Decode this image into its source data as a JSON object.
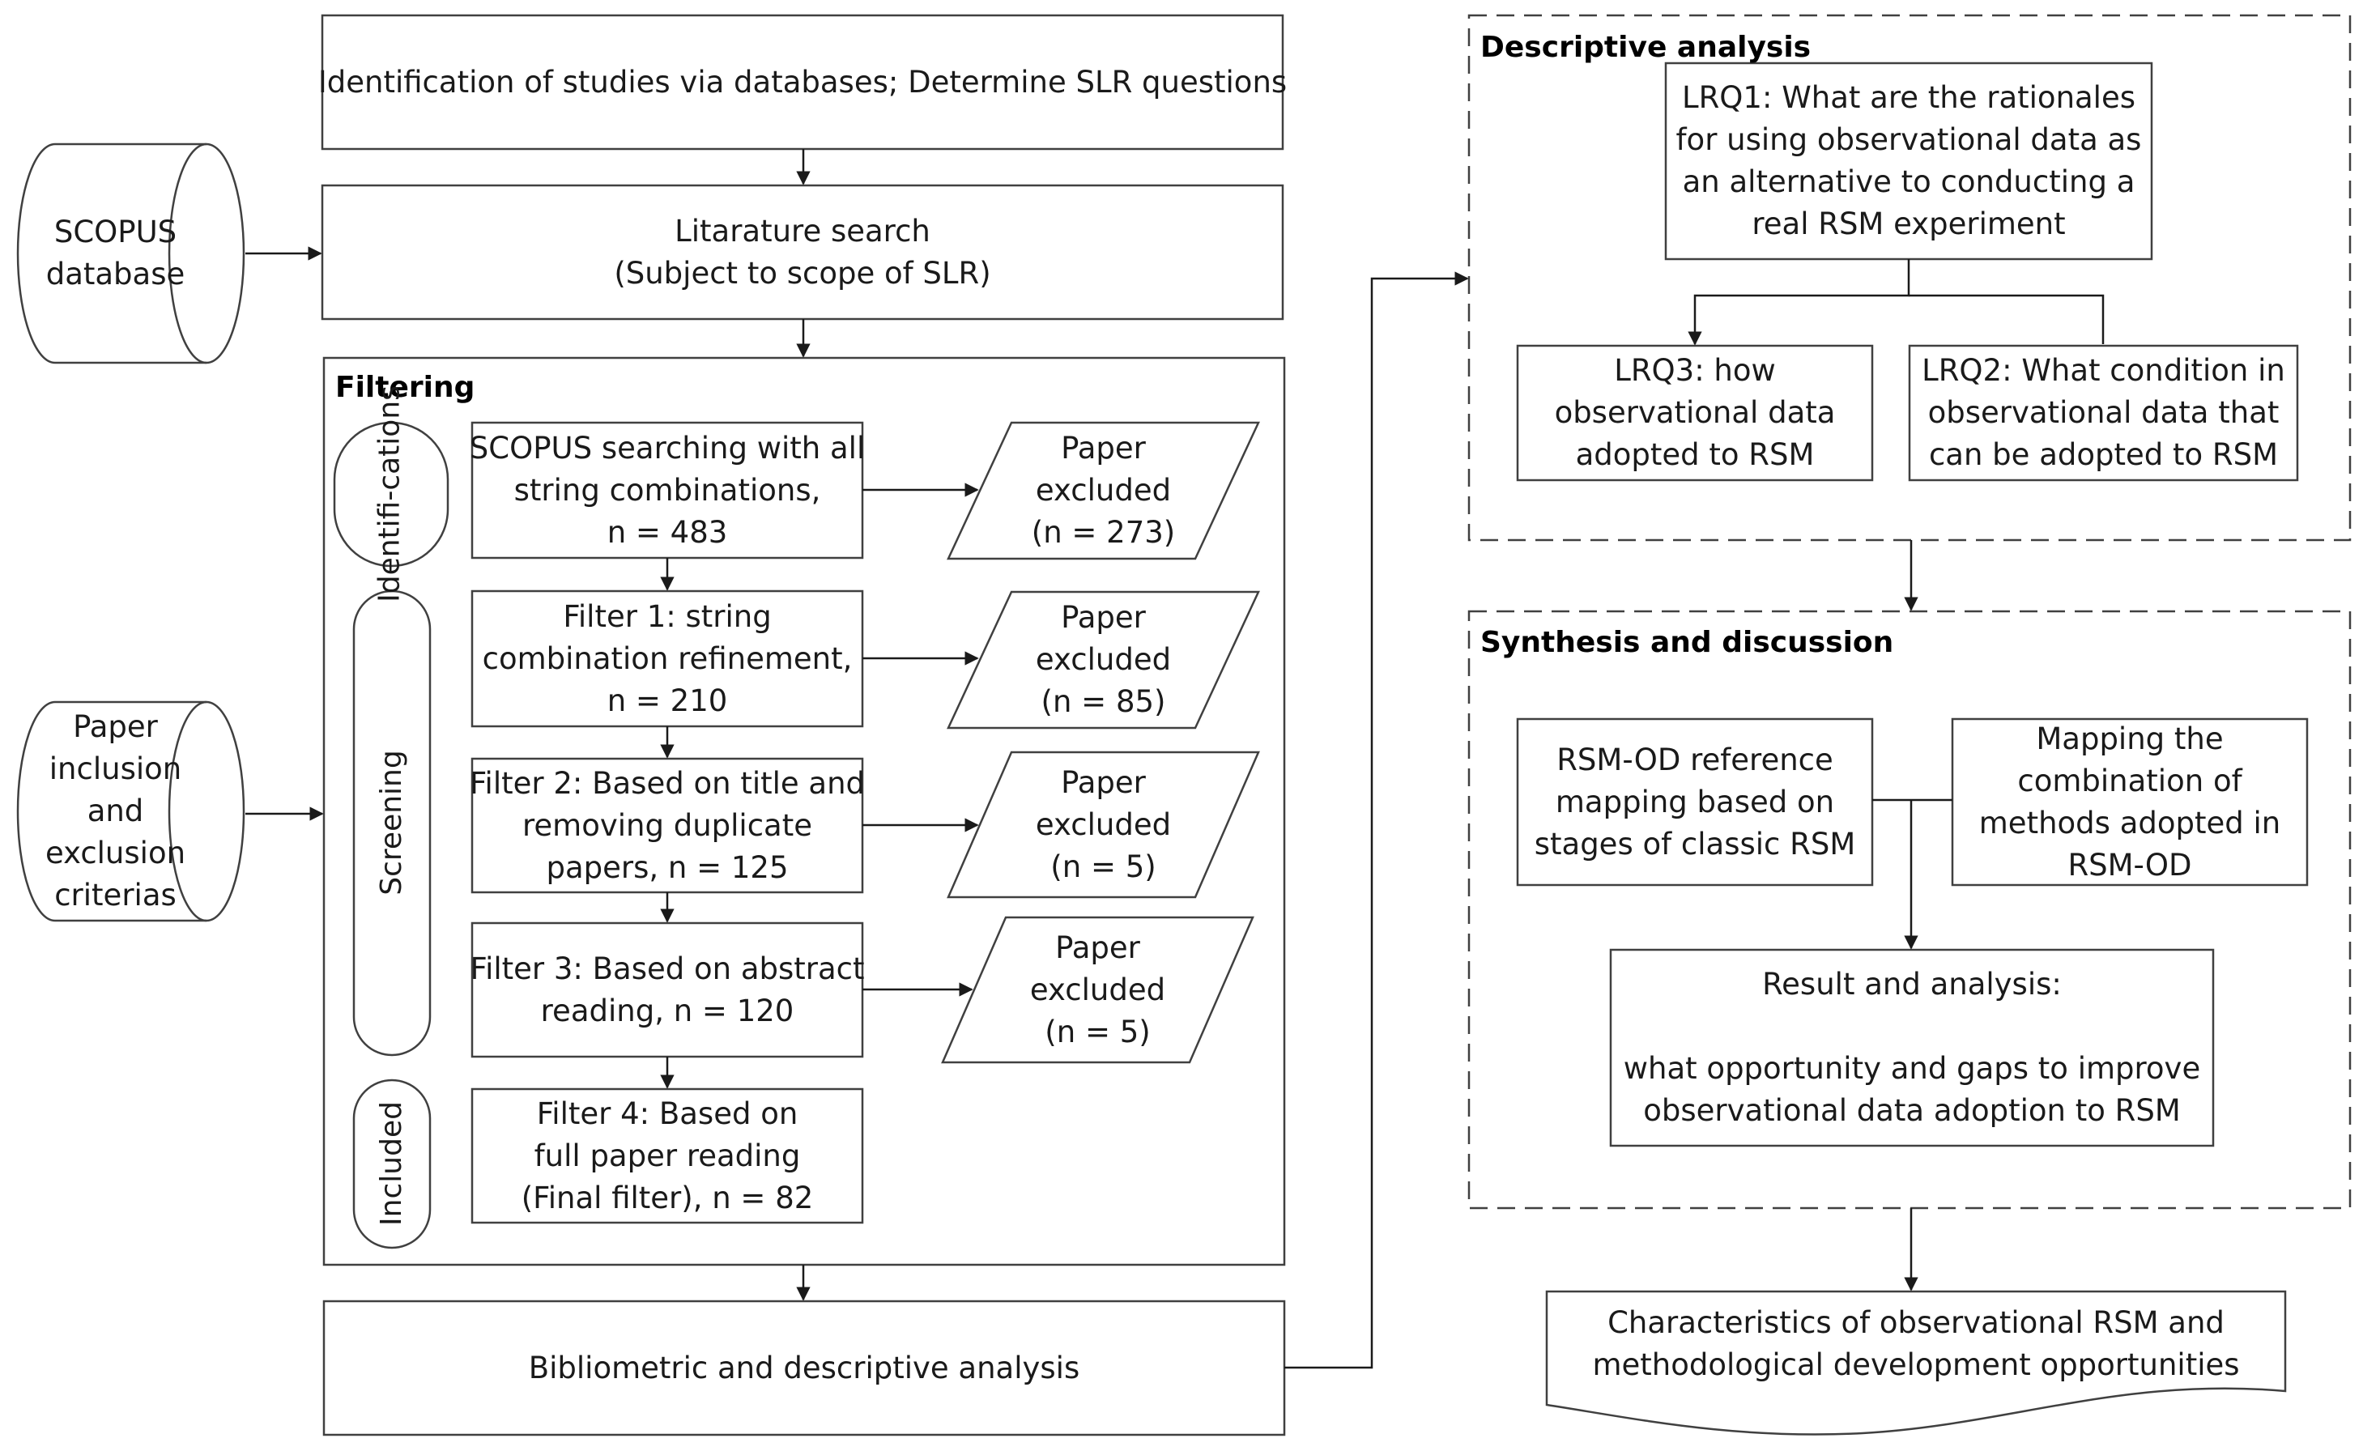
{
  "sources": {
    "scopus": [
      "SCOPUS",
      "database"
    ],
    "criteria": [
      "Paper",
      "inclusion",
      "and",
      "exclusion",
      "criterias"
    ]
  },
  "steps": {
    "identification": [
      "Identification of studies via databases; Determine SLR questions"
    ],
    "search": [
      "Litarature search",
      "(Subject to scope of SLR)"
    ],
    "bibliometric": [
      "Bibliometric and descriptive analysis"
    ]
  },
  "filtering": {
    "title": "Filtering",
    "stages": {
      "identifications": [
        "Identifi-",
        "cations"
      ],
      "screening": [
        "Screening"
      ],
      "included": [
        "Included"
      ]
    },
    "filters": [
      [
        "SCOPUS searching with all",
        "string combinations,",
        "n = 483"
      ],
      [
        "Filter 1: string",
        "combination refinement,",
        "n = 210"
      ],
      [
        "Filter 2: Based on title and",
        "removing duplicate",
        "papers, n = 125"
      ],
      [
        "Filter 3: Based on abstract",
        "reading, n = 120"
      ],
      [
        "Filter 4: Based on",
        "full paper reading",
        "(Final filter), n = 82"
      ]
    ],
    "excluded": [
      [
        "Paper",
        "excluded",
        "(n = 273)"
      ],
      [
        "Paper",
        "excluded",
        "(n = 85)"
      ],
      [
        "Paper",
        "excluded",
        "(n = 5)"
      ],
      [
        "Paper",
        "excluded",
        "(n = 5)"
      ]
    ]
  },
  "descriptive": {
    "title": "Descriptive analysis",
    "lrq1": [
      "LRQ1: What are the rationales",
      "for using observational data as",
      "an alternative to conducting a",
      "real RSM experiment"
    ],
    "lrq3": [
      "LRQ3: how",
      "observational data",
      "adopted to RSM"
    ],
    "lrq2": [
      "LRQ2: What condition in",
      "observational data that",
      "can be adopted to RSM"
    ]
  },
  "synthesis": {
    "title": "Synthesis and discussion",
    "reference": [
      "RSM-OD reference",
      "mapping based on",
      "stages of classic RSM"
    ],
    "mapping": [
      "Mapping the",
      "combination of",
      "methods adopted in",
      "RSM-OD"
    ],
    "result": [
      "Result and analysis:",
      "",
      "what opportunity and gaps to improve",
      "observational data adoption to RSM"
    ]
  },
  "output": [
    "Characteristics of observational RSM and",
    "methodological development opportunities"
  ],
  "colors": {
    "stroke": "#404040",
    "text": "#1a1a1a",
    "background": "#ffffff"
  }
}
